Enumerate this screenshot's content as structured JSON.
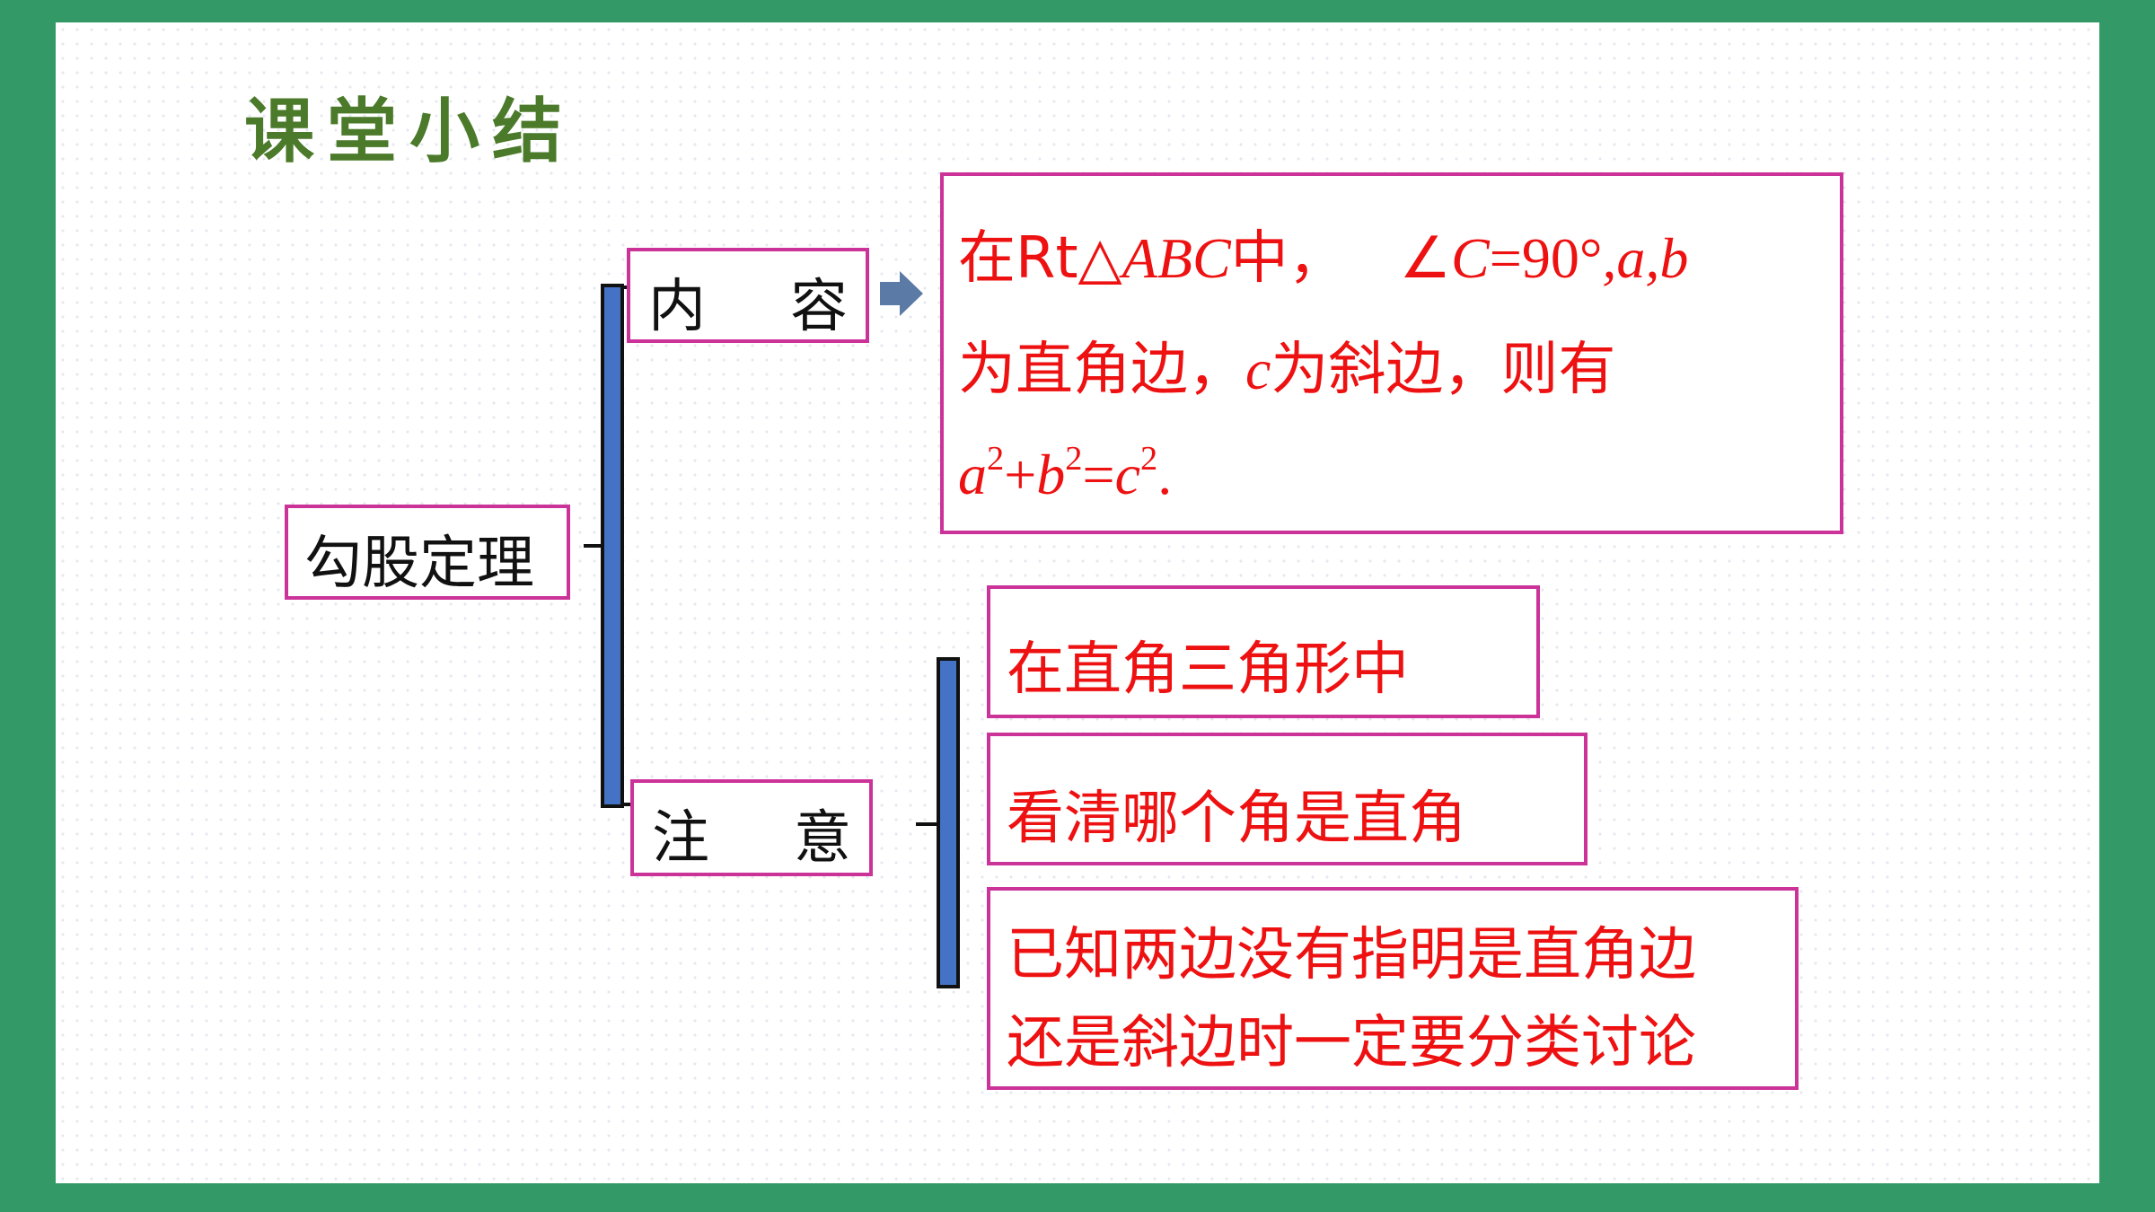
{
  "title": "课堂小结",
  "root": {
    "label": "勾股定理"
  },
  "branches": {
    "content": {
      "label_left": "内",
      "label_right": "容"
    },
    "notes": {
      "label_left": "注",
      "label_right": "意"
    }
  },
  "theorem": {
    "line1": {
      "a": "在Rt△",
      "b": "ABC",
      "c": "中，",
      "d": "∠",
      "e": "C",
      "f": "=90°",
      "g": ",a,b"
    },
    "line2": {
      "a": "为直角边，",
      "b": "c",
      "c": "为斜边，则有"
    },
    "line3": {
      "a": "a",
      "a_exp": "2",
      "plus": "+",
      "b": "b",
      "b_exp": "2",
      "eq": "=",
      "c": "c",
      "c_exp": "2",
      "end": "."
    }
  },
  "notes": [
    "在直角三角形中",
    "看清哪个角是直角",
    "已知两边没有指明是直角边",
    "还是斜边时一定要分类讨论"
  ],
  "colors": {
    "frame": "#339966",
    "box_border": "#cc3399",
    "bracket": "#4472c4",
    "note_text": "#ee1111",
    "title": "#4b7a2a"
  },
  "icons": {
    "arrow": "right-arrow-icon"
  }
}
